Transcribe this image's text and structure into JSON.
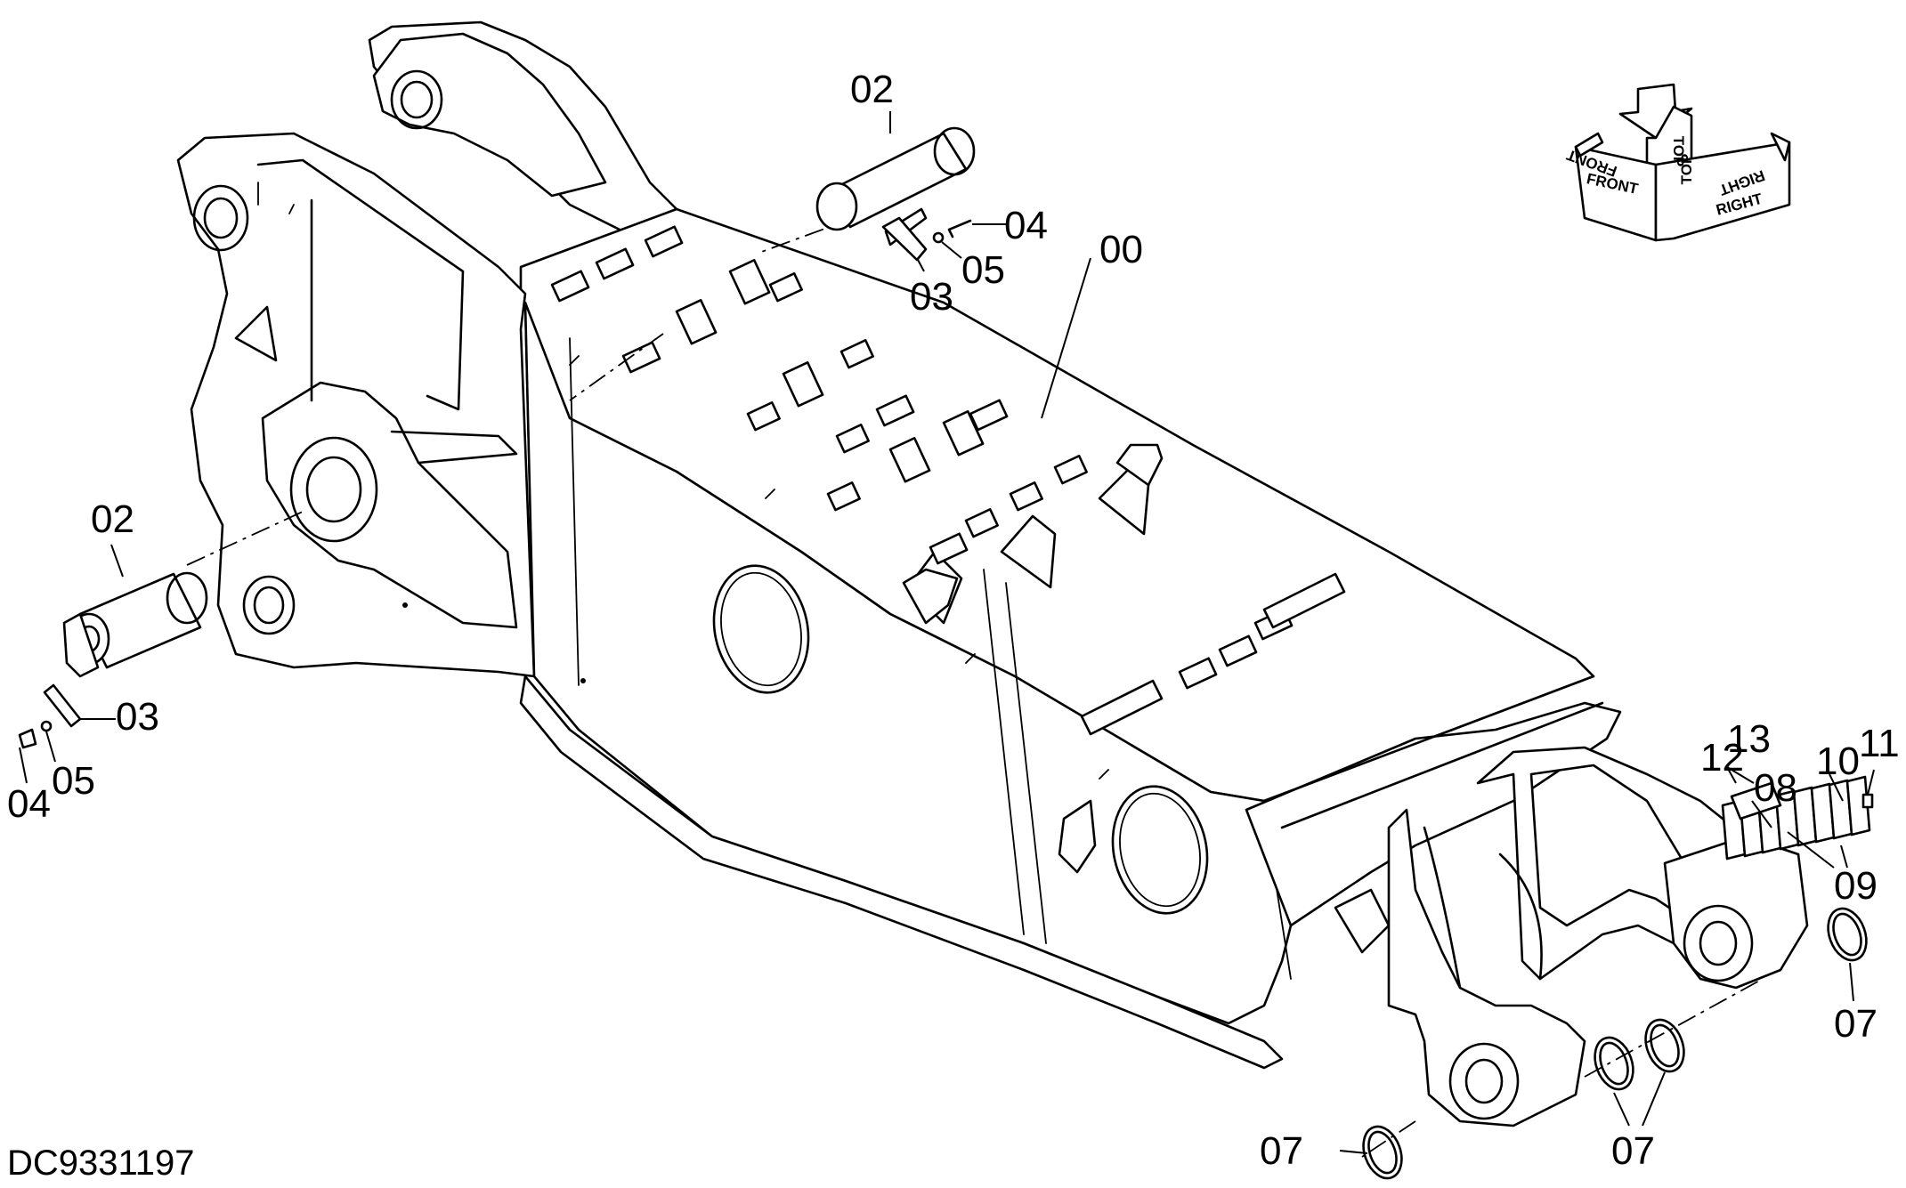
{
  "drawing_code": "DC9331197",
  "labels": {
    "l00": "00",
    "l02a": "02",
    "l02b": "02",
    "l03a": "03",
    "l03b": "03",
    "l04a": "04",
    "l04b": "04",
    "l05a": "05",
    "l05b": "05",
    "l07a": "07",
    "l07b": "07",
    "l07c": "07",
    "l08": "08",
    "l09": "09",
    "l10": "10",
    "l11": "11",
    "l12": "12",
    "l13": "13"
  },
  "orientation": {
    "front": "FRONT",
    "top": "TOP",
    "right": "RIGHT",
    "front_mirror": "FRONT",
    "top_mirror": "TOP",
    "right_mirror": "RIGHT"
  }
}
